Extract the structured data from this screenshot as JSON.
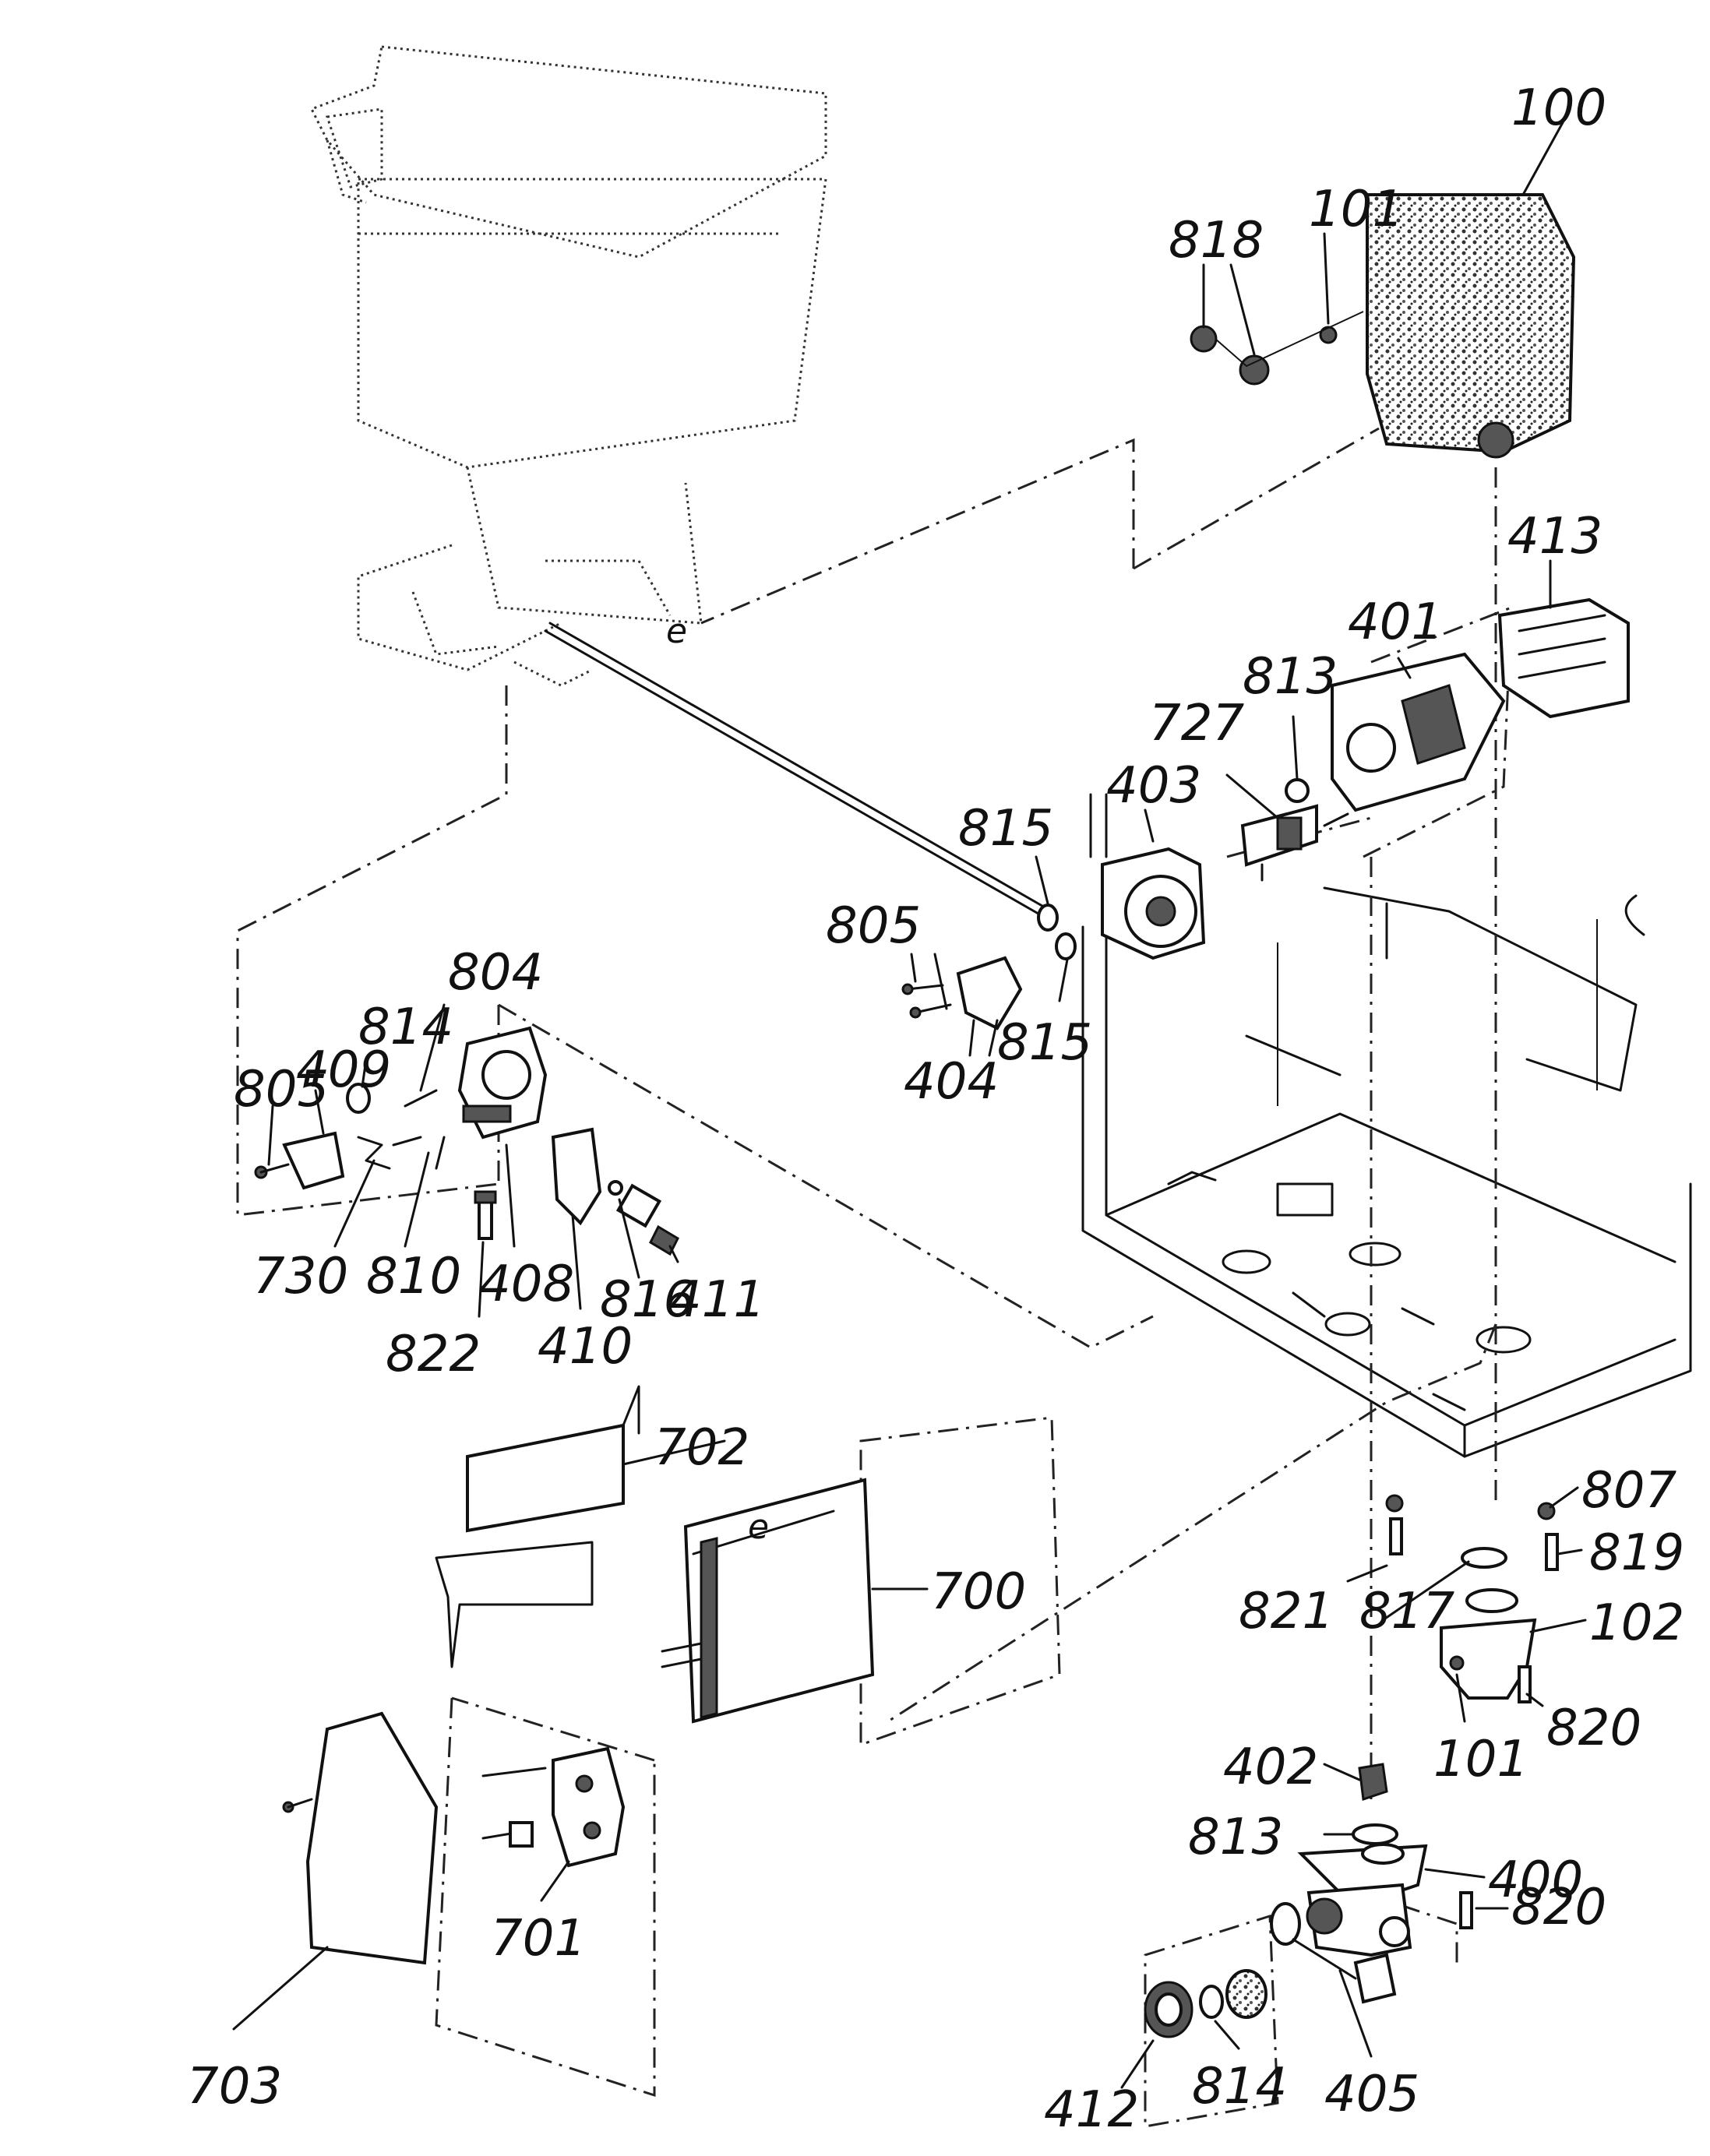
{
  "labels": {
    "l100": "100",
    "l101a": "101",
    "l818": "818",
    "l413": "413",
    "l401": "401",
    "l813a": "813",
    "l727": "727",
    "l403": "403",
    "l815a": "815",
    "l805a": "805",
    "l404": "404",
    "l815b": "815",
    "l814a": "814",
    "l804": "804",
    "l409": "409",
    "l805b": "805",
    "l730": "730",
    "l810": "810",
    "l408": "408",
    "l822": "822",
    "l410": "410",
    "l816": "816",
    "l411": "411",
    "l702": "702",
    "l700": "700",
    "l701": "701",
    "l703": "703",
    "l807": "807",
    "l819": "819",
    "l821": "821",
    "l817": "817",
    "l102": "102",
    "l101b": "101",
    "l820a": "820",
    "l402": "402",
    "l813b": "813",
    "l400": "400",
    "l820b": "820",
    "l412": "412",
    "l814b": "814",
    "l405": "405",
    "e_mark_top": "e",
    "e_mark_box": "e"
  }
}
